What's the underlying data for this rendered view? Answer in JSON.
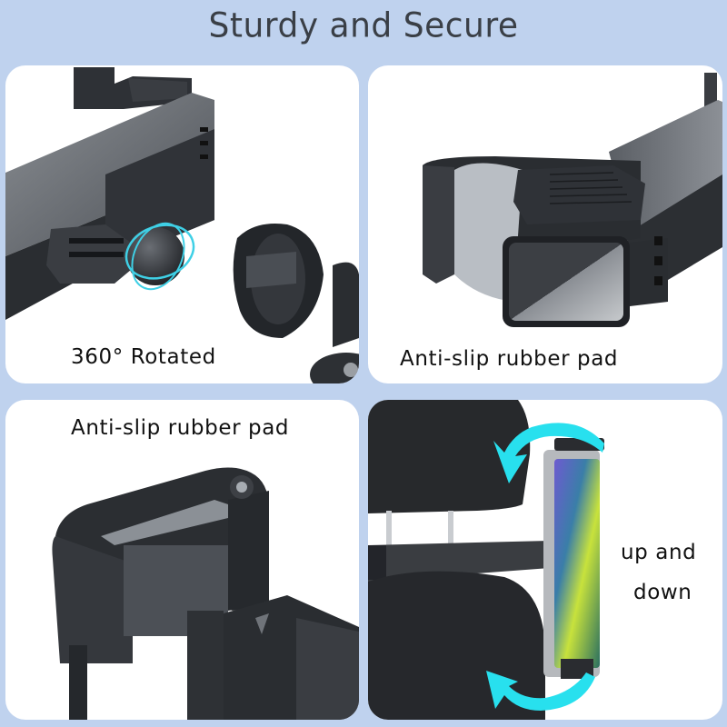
{
  "header": {
    "title": "Sturdy and Secure"
  },
  "panels": [
    {
      "id": "rotation",
      "caption": "360° Rotated",
      "icon": "rotation-ring-icon"
    },
    {
      "id": "clamp-pad",
      "caption": "Anti-slip rubber pad"
    },
    {
      "id": "hinge-pad",
      "caption": "Anti-slip rubber pad"
    },
    {
      "id": "headrest-mount",
      "caption_line1": "up and",
      "caption_line2": "down",
      "icon": "curved-arrow-icon"
    }
  ],
  "colors": {
    "background": "#bfd2ee",
    "panel": "#ffffff",
    "title_text": "#3a3f46",
    "accent_cyan": "#2ee6f0",
    "product_dark": "#2c2f33",
    "product_gray": "#6b6f75"
  }
}
